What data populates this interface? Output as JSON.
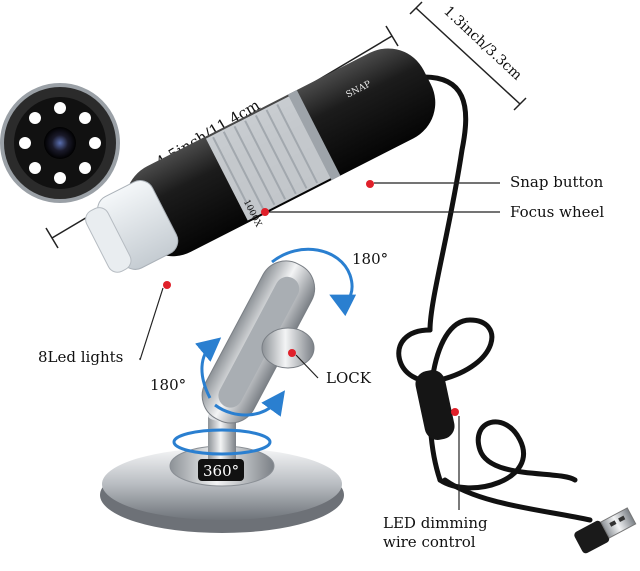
{
  "dimensions": {
    "length": "4.5inch/11.4cm",
    "width": "1.3inch/3.3cm"
  },
  "body_markings": {
    "snap": "SNAP",
    "magnification": "1000X"
  },
  "labels": {
    "snap_button": "Snap button",
    "focus_wheel": "Focus wheel",
    "led_lights": "8Led lights",
    "lock": "LOCK",
    "led_dimming_line1": "LED dimming",
    "led_dimming_line2": "wire control"
  },
  "rotations": {
    "top": "180°",
    "side": "180°",
    "base": "360°"
  },
  "colors": {
    "body": "#1a1a1a",
    "metal": "#c9ccd0",
    "arrow": "#2a7fd0",
    "marker": "#e0202a",
    "line": "#222222"
  }
}
